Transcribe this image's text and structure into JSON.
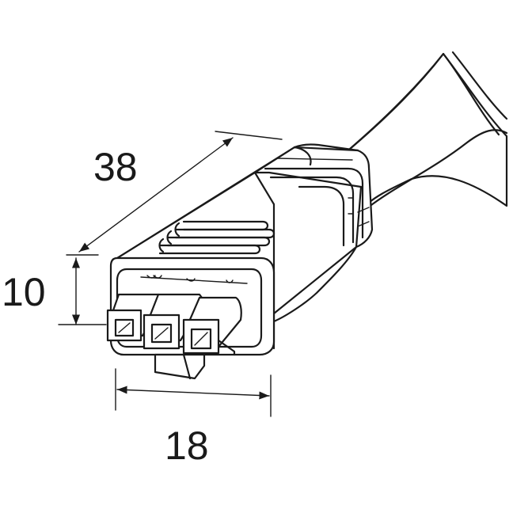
{
  "dimensions": {
    "length": "38",
    "height": "10",
    "width": "18"
  },
  "colors": {
    "stroke": "#1a1a1a",
    "background": "#ffffff"
  }
}
